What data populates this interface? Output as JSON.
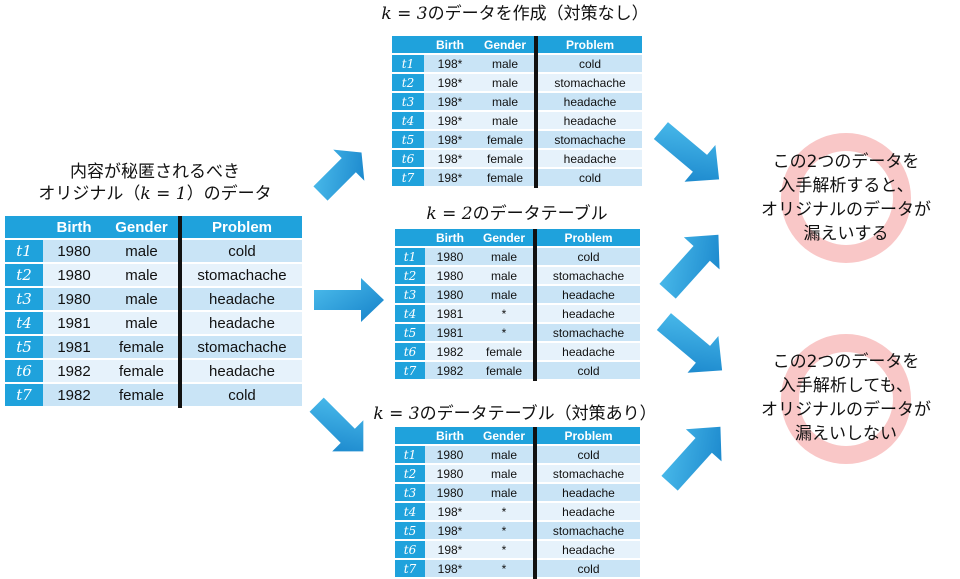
{
  "columns": [
    "Birth",
    "Gender",
    "Problem"
  ],
  "ids": [
    "t1",
    "t2",
    "t3",
    "t4",
    "t5",
    "t6",
    "t7"
  ],
  "original": {
    "title_line1": "内容が秘匿されるべき",
    "title_line2_pre": "オリジナル（",
    "title_line2_math": "k = 1",
    "title_line2_post": "）のデータ",
    "rows": [
      [
        "1980",
        "male",
        "cold"
      ],
      [
        "1980",
        "male",
        "stomachache"
      ],
      [
        "1980",
        "male",
        "headache"
      ],
      [
        "1981",
        "male",
        "headache"
      ],
      [
        "1981",
        "female",
        "stomachache"
      ],
      [
        "1982",
        "female",
        "headache"
      ],
      [
        "1982",
        "female",
        "cold"
      ]
    ]
  },
  "k3_naive": {
    "title_math": "k = 3",
    "title_text": "のデータを作成（対策なし）",
    "rows": [
      [
        "198*",
        "male",
        "cold"
      ],
      [
        "198*",
        "male",
        "stomachache"
      ],
      [
        "198*",
        "male",
        "headache"
      ],
      [
        "198*",
        "male",
        "headache"
      ],
      [
        "198*",
        "female",
        "stomachache"
      ],
      [
        "198*",
        "female",
        "headache"
      ],
      [
        "198*",
        "female",
        "cold"
      ]
    ]
  },
  "k2": {
    "title_math": "k = 2",
    "title_text": "のデータテーブル",
    "rows": [
      [
        "1980",
        "male",
        "cold"
      ],
      [
        "1980",
        "male",
        "stomachache"
      ],
      [
        "1980",
        "male",
        "headache"
      ],
      [
        "1981",
        "*",
        "headache"
      ],
      [
        "1981",
        "*",
        "stomachache"
      ],
      [
        "1982",
        "female",
        "headache"
      ],
      [
        "1982",
        "female",
        "cold"
      ]
    ]
  },
  "k3_safe": {
    "title_math": "k = 3",
    "title_text": "のデータテーブル（対策あり）",
    "rows": [
      [
        "1980",
        "male",
        "cold"
      ],
      [
        "1980",
        "male",
        "stomachache"
      ],
      [
        "1980",
        "male",
        "headache"
      ],
      [
        "198*",
        "*",
        "headache"
      ],
      [
        "198*",
        "*",
        "stomachache"
      ],
      [
        "198*",
        "*",
        "headache"
      ],
      [
        "198*",
        "*",
        "cold"
      ]
    ]
  },
  "result_leak": {
    "lines": [
      "この2つのデータを",
      "入手解析すると、",
      "オリジナルのデータが",
      "漏えいする"
    ]
  },
  "result_safe": {
    "lines": [
      "この2つのデータを",
      "入手解析しても、",
      "オリジナルのデータが",
      "漏えいしない"
    ]
  },
  "colors": {
    "header": "#1fa2dc",
    "row_dark": "#c9e4f6",
    "row_light": "#e6f2fb",
    "arrow": "#1f9ad8",
    "circle": "#f9c7c7"
  }
}
